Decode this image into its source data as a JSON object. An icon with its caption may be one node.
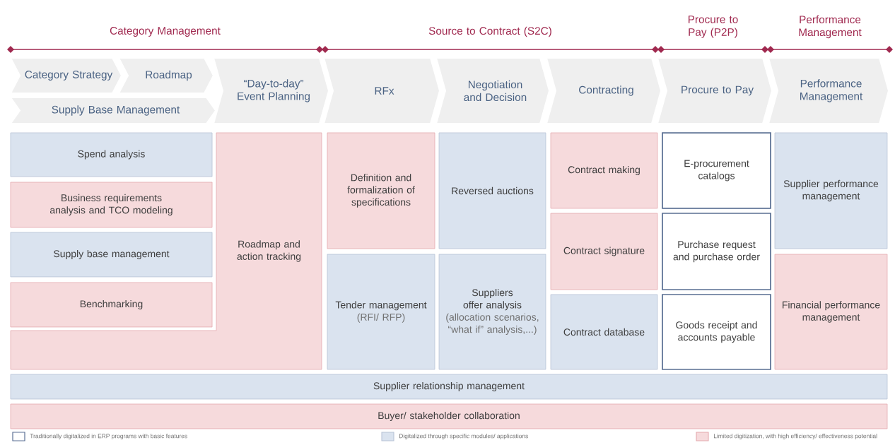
{
  "diagram": {
    "nodes": [
      {
        "text": [
          "Category Strategy"
        ]
      },
      {
        "text": [
          "Roadmap"
        ]
      },
      {
        "text": [
          "Supply Base Management"
        ]
      },
      {
        "text": [
          "“Day-to-day” Event Planning"
        ]
      },
      {
        "text": [
          "RFx"
        ]
      },
      {
        "text": [
          "Negotiation and Decision"
        ]
      },
      {
        "text": [
          "Contracting"
        ]
      },
      {
        "text": [
          "Procure to Pay"
        ]
      },
      {
        "text": [
          "Performance Management"
        ]
      },
      {
        "text": [
          "Spend analysis"
        ]
      },
      {
        "text": [
          "Business requirements analysis and TCO modeling"
        ]
      },
      {
        "text": [
          "Supply base management"
        ]
      },
      {
        "text": [
          "Benchmarking"
        ]
      },
      {
        "text": [
          "Roadmap and action tracking"
        ]
      },
      {
        "text": [
          "Definition and formalization of specifications"
        ]
      },
      {
        "text": [
          "Tender management",
          "(RFI/ RFP)"
        ]
      },
      {
        "text": [
          "Reversed auctions"
        ]
      },
      {
        "text": [
          "Suppliers offer analysis",
          "(allocation scenarios, “what if” analysis,...)"
        ]
      },
      {
        "text": [
          "Contract making"
        ]
      },
      {
        "text": [
          "Contract signature"
        ]
      },
      {
        "text": [
          "Contract database"
        ]
      },
      {
        "text": [
          "E-procurement catalogs"
        ]
      },
      {
        "text": [
          "Purchase request and purchase order"
        ]
      },
      {
        "text": [
          "Goods receipt and accounts payable"
        ]
      },
      {
        "text": [
          "Supplier performance management"
        ]
      },
      {
        "text": [
          "Financial performance management"
        ]
      },
      {
        "text": [
          "Supplier relationship management"
        ]
      },
      {
        "text": [
          "Buyer/ stakeholder collaboration"
        ]
      }
    ],
    "labels": [
      "Category Management",
      "Source to Contract (S2C)",
      "Procure to Pay (P2P)",
      "Performance Management"
    ],
    "legend": [
      {
        "text": "Traditionally digitalized in ERP programs with basic features"
      },
      {
        "text": "Digitalized through specific modules/ applications",
        "color": "#dae3ef"
      },
      {
        "text": "Limited digitization, with high efficiency/ effectiveness potential",
        "color": "#f6dadc"
      }
    ]
  }
}
